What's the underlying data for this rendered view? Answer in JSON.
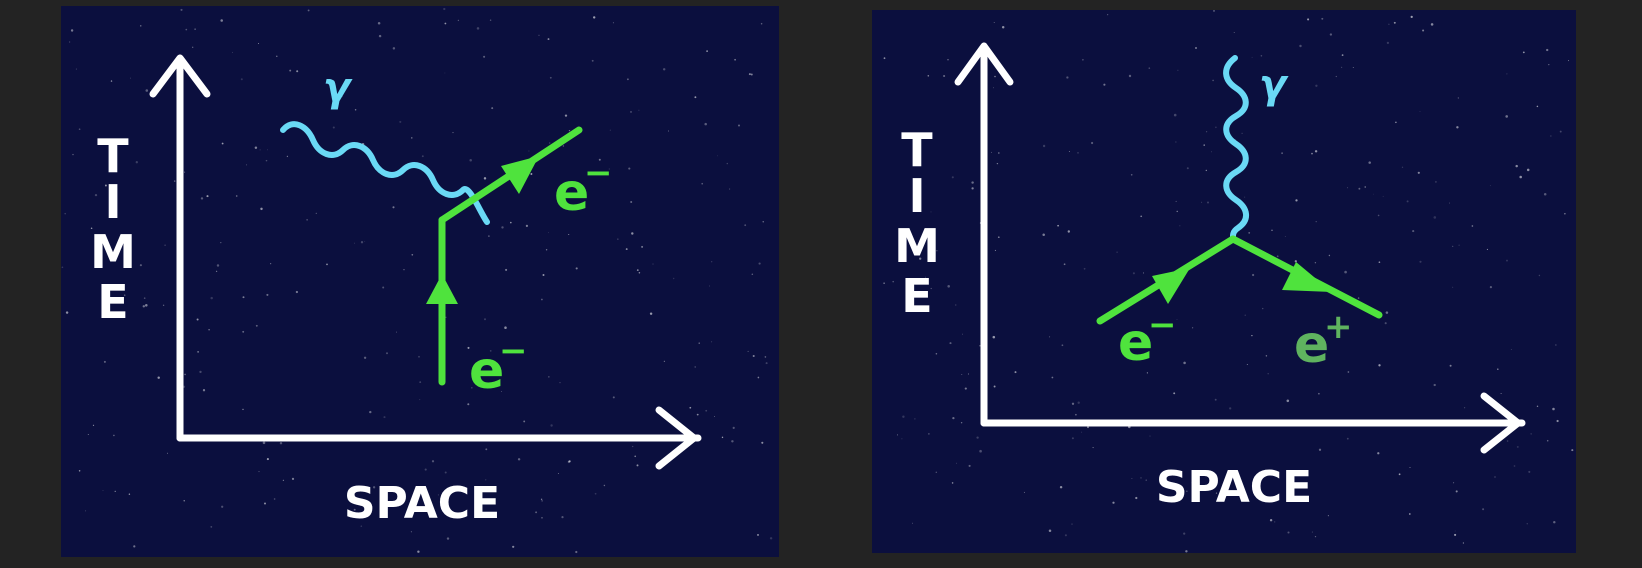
{
  "diagrams": [
    {
      "time_axis_letters": [
        "T",
        "I",
        "M",
        "E"
      ],
      "space_axis_label": "SPACE",
      "photon_label": "γ",
      "lepton_labels": [
        {
          "base": "e",
          "sup": "−"
        },
        {
          "base": "e",
          "sup": "−"
        }
      ]
    },
    {
      "time_axis_letters": [
        "T",
        "I",
        "M",
        "E"
      ],
      "space_axis_label": "SPACE",
      "photon_label": "γ",
      "lepton_labels": [
        {
          "base": "e",
          "sup": "−"
        },
        {
          "base": "e",
          "sup": "+"
        }
      ]
    }
  ],
  "colors": {
    "background": "#232323",
    "panel": "#0b0f3e",
    "axis": "#ffffff",
    "photon": "#6ad9f5",
    "electron": "#4fe33d",
    "positron": "#5fb35f"
  }
}
